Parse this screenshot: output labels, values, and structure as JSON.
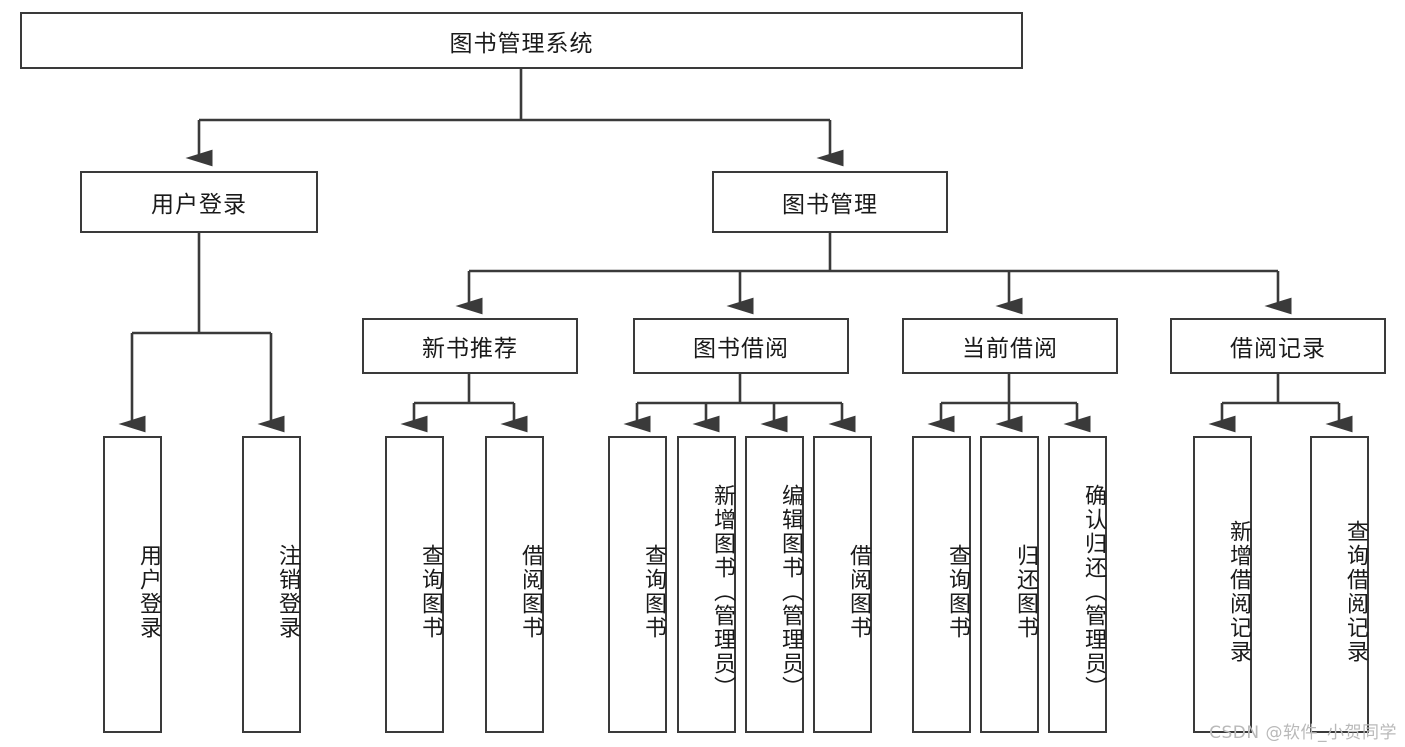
{
  "diagram": {
    "title": "图书管理系统",
    "type": "tree-hierarchy-chart",
    "root": {
      "label": "图书管理系统"
    },
    "level2": [
      {
        "label": "用户登录"
      },
      {
        "label": "图书管理"
      }
    ],
    "level3": [
      {
        "label": "新书推荐"
      },
      {
        "label": "图书借阅"
      },
      {
        "label": "当前借阅"
      },
      {
        "label": "借阅记录"
      }
    ],
    "leaves_user_login": [
      {
        "label": "用户登录"
      },
      {
        "label": "注销登录"
      }
    ],
    "leaves_new_book": [
      {
        "label": "查询图书"
      },
      {
        "label": "借阅图书"
      }
    ],
    "leaves_borrow": [
      {
        "label": "查询图书"
      },
      {
        "label": "新增图书（管理员）"
      },
      {
        "label": "编辑图书（管理员）"
      },
      {
        "label": "借阅图书"
      }
    ],
    "leaves_current": [
      {
        "label": "查询图书"
      },
      {
        "label": "归还图书"
      },
      {
        "label": "确认归还（管理员）"
      }
    ],
    "leaves_records": [
      {
        "label": "新增借阅记录"
      },
      {
        "label": "查询借阅记录"
      }
    ]
  },
  "watermark": {
    "text": "CSDN @软件_小贺同学"
  },
  "colors": {
    "box_border": "#3a3a3a",
    "box_fill": "#ffffff",
    "edge": "#3a3a3a",
    "text": "#1a1a1a",
    "watermark": "#b9b9b9",
    "background": "#ffffff"
  }
}
